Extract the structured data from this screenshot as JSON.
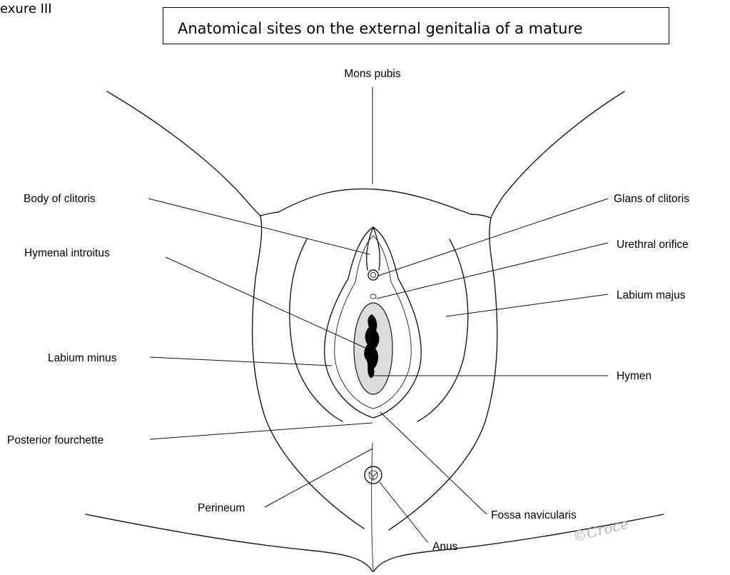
{
  "annex_label": "exure III",
  "title": "Anatomical sites on the external genitalia of a mature",
  "labels": {
    "mons_pubis": "Mons pubis",
    "body_of_clitoris": "Body of clitoris",
    "glans_of_clitoris": "Glans of clitoris",
    "hymenal_introitus": "Hymenal introitus",
    "urethral_orifice": "Urethral orifice",
    "labium_majus": "Labium majus",
    "labium_minus": "Labium minus",
    "hymen": "Hymen",
    "posterior_fourchette": "Posterior fourchette",
    "perineum": "Perineum",
    "fossa_navicularis": "Fossa navicularis",
    "anus": "Anus"
  },
  "signature": "©Croce",
  "colors": {
    "hymen_fill": "#dcdcdc",
    "introitus_fill": "#000000",
    "line": "#1a1a1a"
  }
}
